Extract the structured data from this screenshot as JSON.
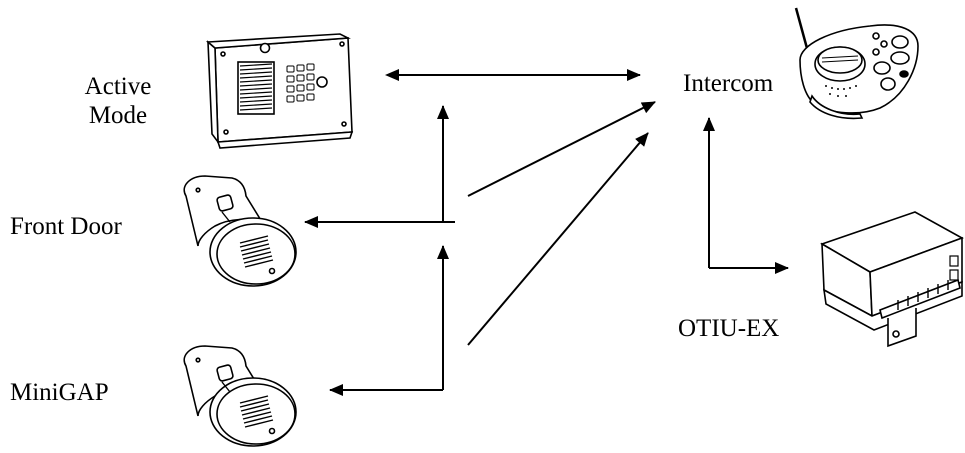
{
  "labels": {
    "active_mode_line1": "Active",
    "active_mode_line2": "Mode",
    "front_door": "Front Door",
    "minigap": "MiniGAP",
    "intercom": "Intercom",
    "otiu_ex": "OTIU-EX"
  },
  "devices": {
    "active_mode": "keypad-call-panel-icon",
    "front_door": "door-speaker-station-icon",
    "minigap": "door-speaker-station-icon",
    "intercom": "wireless-intercom-base-icon",
    "otiu_ex": "interface-module-box-icon"
  },
  "colors": {
    "ink": "#000000",
    "paper": "#ffffff"
  }
}
